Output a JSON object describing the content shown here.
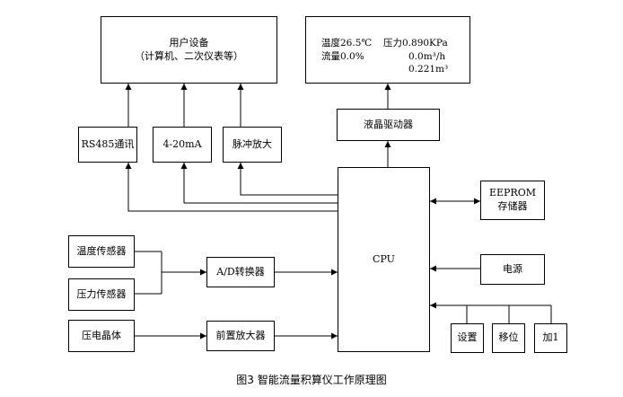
{
  "user_device": {
    "line1": "用户设备",
    "line2": "（计算机、二次仪表等）"
  },
  "display": {
    "temperature": "温度26.5℃",
    "pressure": "压力0.890KPa",
    "flow": "流量0.0%",
    "flow_rate": "0.0m³/h",
    "total": "0.221m³"
  },
  "lcd_driver": "液晶驱动器",
  "rs485": "RS485通讯",
  "current_loop": "4-20mA",
  "pulse_amp": "脉冲放大",
  "cpu": "CPU",
  "eeprom": {
    "line1": "EEPROM",
    "line2": "存储器"
  },
  "power": "电源",
  "temp_sensor": "温度传感器",
  "pressure_sensor": "压力传感器",
  "adc": "A/D转换器",
  "piezo": "压电晶体",
  "preamp": "前置放大器",
  "btn_set": "设置",
  "btn_shift": "移位",
  "btn_plus": "加1",
  "caption": "图3 智能流量积算仪工作原理图"
}
